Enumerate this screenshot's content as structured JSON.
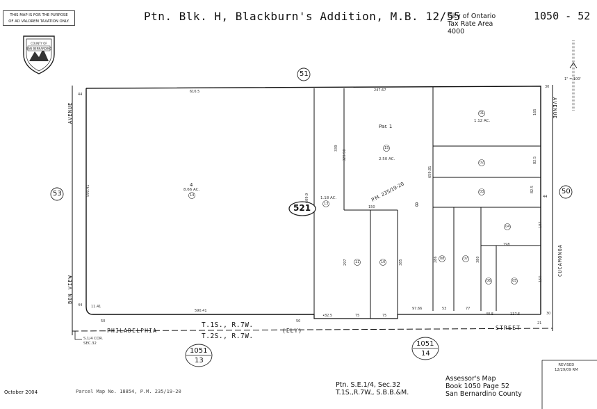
{
  "header": {
    "disclaimer": [
      "THIS MAP IS FOR THE PURPOSE",
      "OF AD VALOREM TAXATION ONLY."
    ],
    "title": "Ptn. Blk. H, Blackburn's Addition, M.B. 12/55",
    "city": [
      "City of Ontario",
      "Tax Rate Area",
      "4000"
    ],
    "map_number": "1050 - 52",
    "seal": [
      "COUNTY OF",
      "SAN BERNARDINO"
    ]
  },
  "scale": {
    "label": "1\" = 100'"
  },
  "streets": {
    "west": [
      "AVENUE",
      "BON VIEW"
    ],
    "east": [
      "AVENUE",
      "CUCAMONGA"
    ],
    "south": [
      "PHILADELPHIA",
      "(ELY)",
      "STREET"
    ]
  },
  "adjacent": {
    "north": "51",
    "west": "53",
    "east": "50",
    "sw_top": "1051",
    "sw_bot": "13",
    "se_top": "1051",
    "se_bot": "14"
  },
  "block": "521",
  "township": [
    "T.1S., R.7W.",
    "T.2S., R.7W."
  ],
  "corner": [
    "S.1/4 COR.",
    "SEC.32"
  ],
  "parcels": [
    {
      "id": "14",
      "lot": "4",
      "area": "8.66 AC."
    },
    {
      "id": "13",
      "area": "1.18 AC."
    },
    {
      "id": "15",
      "lot": "Par. 1",
      "area": "2.50 AC."
    },
    {
      "id": "01",
      "area": "1.12 AC."
    },
    {
      "id": "02"
    },
    {
      "id": "03"
    },
    {
      "id": "04"
    },
    {
      "id": "05"
    },
    {
      "id": "06"
    },
    {
      "id": "07"
    },
    {
      "id": "08"
    },
    {
      "id": "10"
    },
    {
      "id": "11"
    }
  ],
  "lot_8": "8",
  "parcel_map_ref": "P.M. 235/19-20",
  "dimensions": {
    "top_a": "616.5",
    "top_b": "247.67",
    "left": "590.41",
    "left_b": "11.41",
    "bottom_a": "590.41",
    "mid_v": "609.9",
    "p13_top": "339",
    "p15_h": "329.90",
    "p15_right": "659.81",
    "lot8_top": "150",
    "p11_h": "297",
    "p10_h": "385",
    "p08_h": "286",
    "p07_h": "380",
    "b_82": "•82.5",
    "b_75a": "75",
    "b_75b": "75",
    "b_97": "97.66",
    "b_53": "53",
    "b_77": "77",
    "b_40": "40.5",
    "b_117": "117.5",
    "r_165": "165",
    "r_82a": "82.5",
    "r_82b": "82.5",
    "r_187": "187",
    "r_198": "198",
    "r_150": "150",
    "r_30": "30",
    "c_30a": "30",
    "c_30b": "30",
    "c_44a": "44",
    "c_44b": "44",
    "c_50": "50",
    "c_21": "21"
  },
  "footer": {
    "date": "October 2004",
    "parcel_map": "Parcel Map No. 18854, P.M. 235/19-20",
    "section": [
      "Ptn. S.E.1/4, Sec.32",
      "T.1S.,R.7W., S.B.B.&M."
    ],
    "assessor": [
      "Assessor's Map",
      "Book 1050 Page 52",
      "San Bernardino County"
    ],
    "revised": [
      "REVISED",
      "12/29/09 RM"
    ]
  }
}
